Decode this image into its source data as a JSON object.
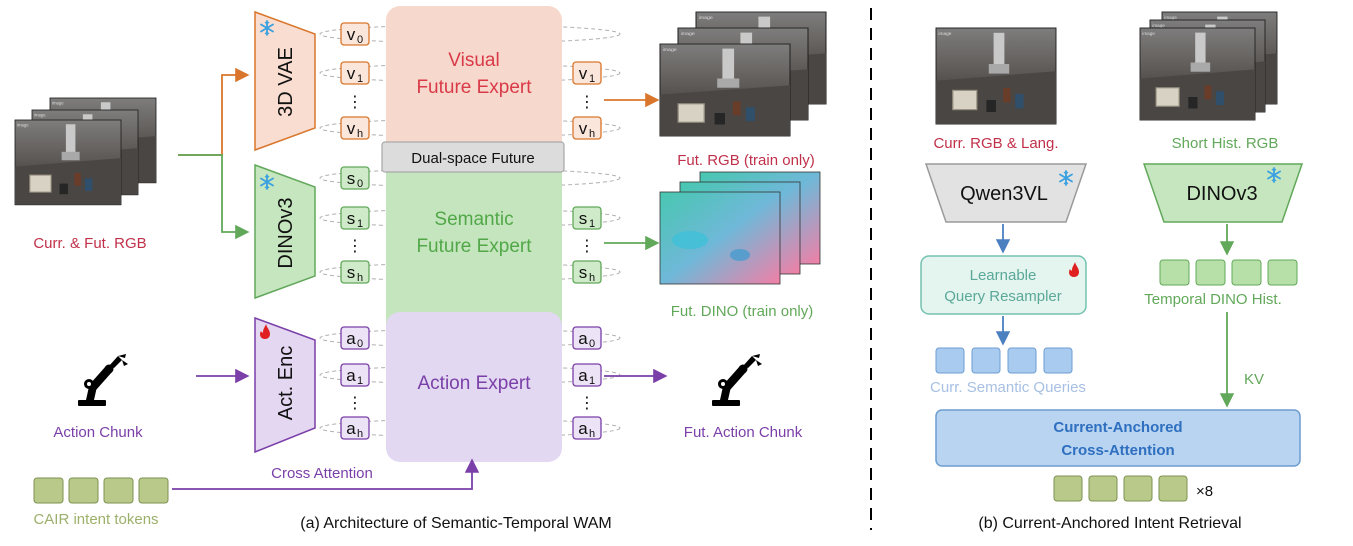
{
  "left": {
    "caption": "(a) Architecture of Semantic-Temporal WAM",
    "input_label": "Curr. & Fut. RGB",
    "encoders": {
      "vae": "3D VAE",
      "dino": "DINOv3",
      "act": "Act. Enc"
    },
    "tokens": {
      "v": [
        "v",
        "v",
        "v"
      ],
      "v_subs": [
        "0",
        "1",
        "h"
      ],
      "s": [
        "s",
        "s",
        "s"
      ],
      "s_subs": [
        "0",
        "1",
        "h"
      ],
      "a": [
        "a",
        "a",
        "a"
      ],
      "a_subs": [
        "0",
        "1",
        "h"
      ],
      "ellipsis": "⋮"
    },
    "experts": {
      "visual_line1": "Visual",
      "visual_line2": "Future Expert",
      "dual": "Dual-space Future",
      "semantic_line1": "Semantic",
      "semantic_line2": "Future Expert",
      "action": "Action Expert"
    },
    "outputs": {
      "rgb": "Fut. RGB (train only)",
      "dino": "Fut. DINO (train only)",
      "action": "Fut. Action Chunk",
      "image_tag": "image"
    },
    "action_chunk": "Action Chunk",
    "cross_attention": "Cross Attention",
    "cair_tokens": "CAIR intent tokens"
  },
  "right": {
    "caption": "(b) Current-Anchored Intent Retrieval",
    "curr_label": "Curr. RGB & Lang.",
    "hist_label": "Short Hist. RGB",
    "qwen": "Qwen3VL",
    "dino": "DINOv3",
    "resampler_line1": "Learnable",
    "resampler_line2": "Query Resampler",
    "temporal_hist": "Temporal DINO Hist.",
    "semantic_queries": "Curr. Semantic Queries",
    "kv": "KV",
    "cross_line1": "Current-Anchored",
    "cross_line2": "Cross-Attention",
    "repeat": "×8"
  },
  "colors": {
    "orange": "#d9762c",
    "green": "#62a85a",
    "purple": "#7a3fa8",
    "blue": "#4a7fc0",
    "red_label": "#c0304a"
  },
  "icons": [
    "snowflake-icon",
    "flame-icon",
    "robot-arm-icon"
  ]
}
